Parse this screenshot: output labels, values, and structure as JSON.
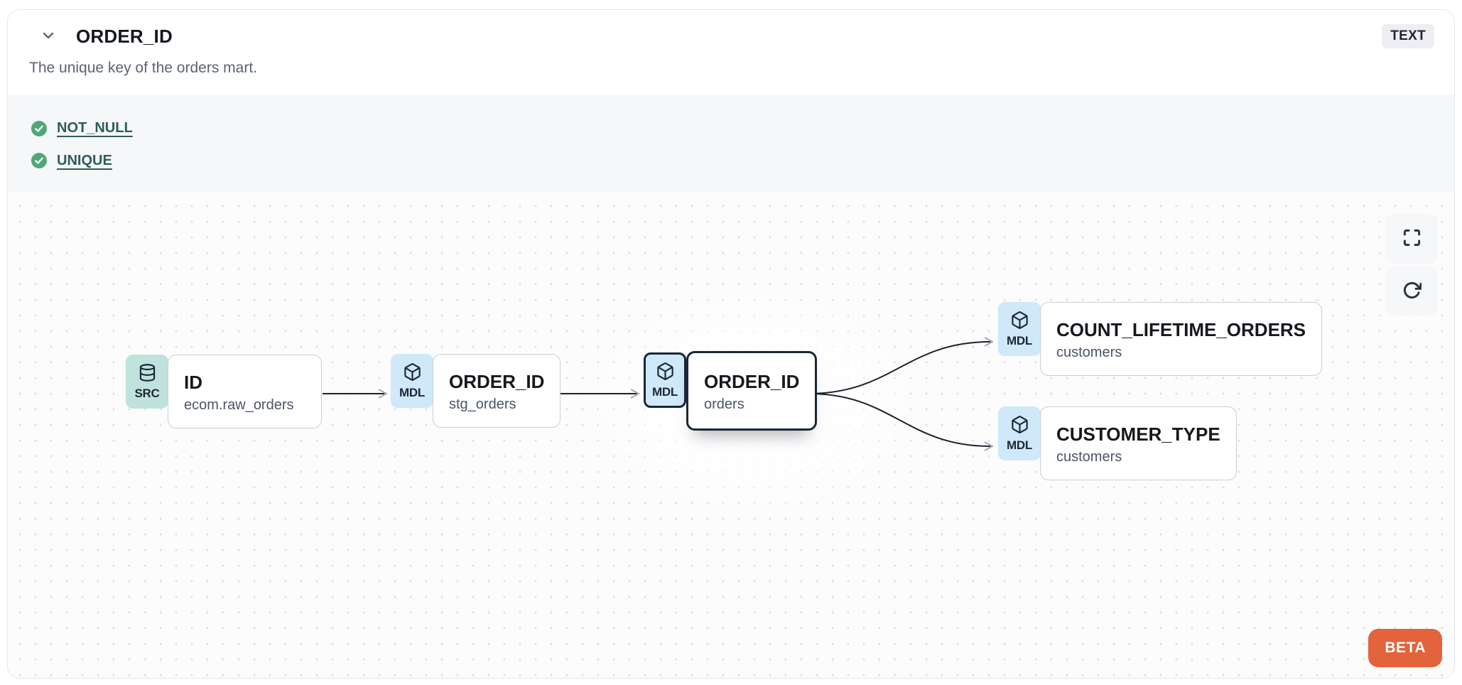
{
  "header": {
    "title": "ORDER_ID",
    "type_badge": "TEXT",
    "description": "The unique key of the orders mart."
  },
  "tests": [
    {
      "label": "NOT_NULL",
      "status": "pass"
    },
    {
      "label": "UNIQUE",
      "status": "pass"
    }
  ],
  "lineage": {
    "nodes": [
      {
        "kind": "SRC",
        "title": "ID",
        "subtitle": "ecom.raw_orders",
        "selected": false
      },
      {
        "kind": "MDL",
        "title": "ORDER_ID",
        "subtitle": "stg_orders",
        "selected": false
      },
      {
        "kind": "MDL",
        "title": "ORDER_ID",
        "subtitle": "orders",
        "selected": true
      },
      {
        "kind": "MDL",
        "title": "COUNT_LIFETIME_ORDERS",
        "subtitle": "customers",
        "selected": false
      },
      {
        "kind": "MDL",
        "title": "CUSTOMER_TYPE",
        "subtitle": "customers",
        "selected": false
      }
    ],
    "beta_label": "BETA"
  },
  "icons": {
    "header_collapse": "chevron-down",
    "test_status": "check-circle",
    "source_node": "database",
    "model_node": "cube",
    "canvas_control_1": "maximize",
    "canvas_control_2": "refresh"
  },
  "colors": {
    "accent_orange": "#e2633c",
    "badge_src_bg": "#bfe2dc",
    "badge_mdl_bg": "#cfe8fa",
    "selected_border": "#1b2637",
    "test_green": "#4da875",
    "link_teal": "#2e5d59",
    "edge_color": "#1d222b"
  }
}
